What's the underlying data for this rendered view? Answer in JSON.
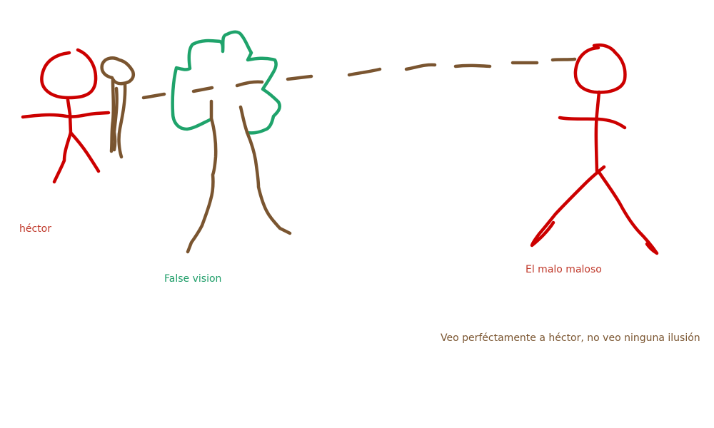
{
  "labels": {
    "hector": "héctor",
    "false_vision": "False vision",
    "villain": "El malo maloso",
    "quote": "Veo perféctamente a héctor, no veo ninguna ilusión"
  },
  "colors": {
    "red": "#cc0000",
    "green": "#1fa36b",
    "brown": "#7a5530",
    "text_red": "#c0392b",
    "text_green": "#1f9e69",
    "text_brown": "#7a5530",
    "background": "#ffffff"
  }
}
